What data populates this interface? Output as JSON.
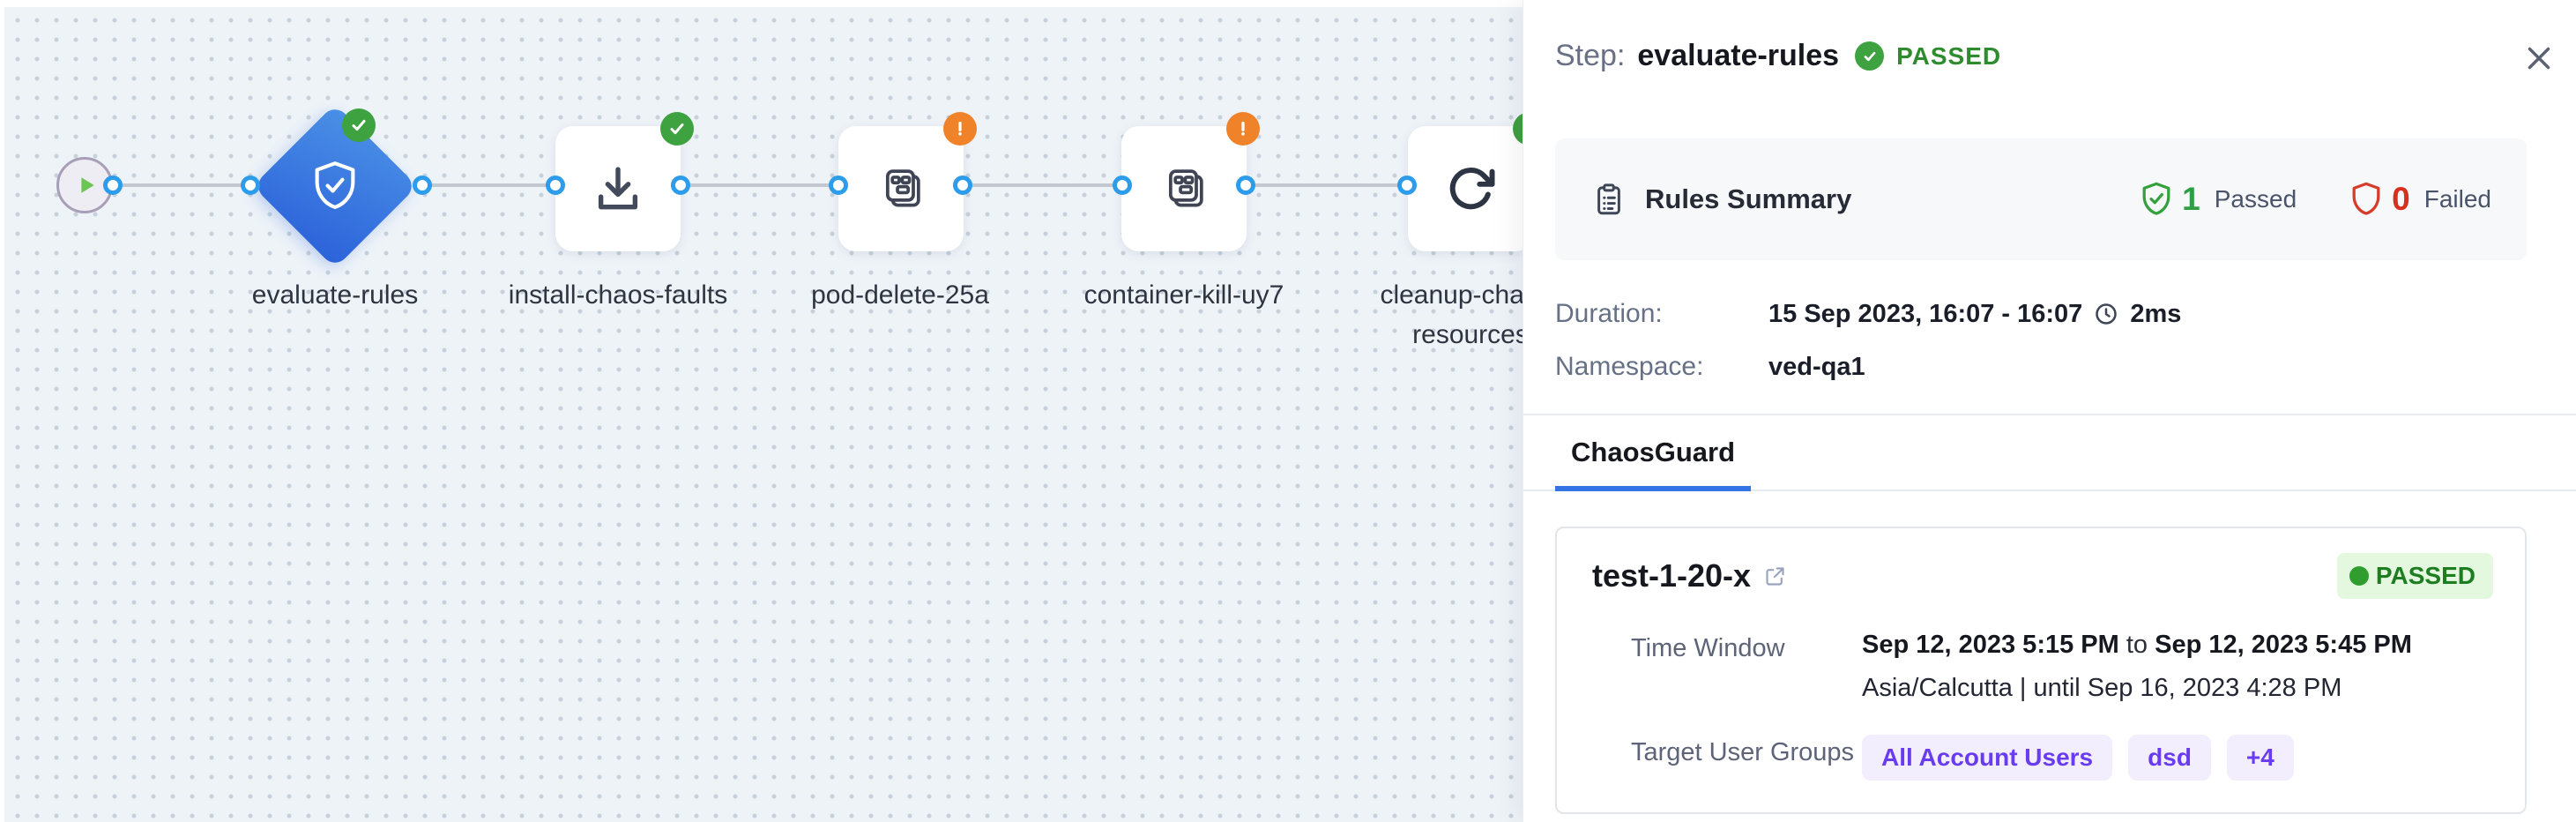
{
  "canvas": {
    "start_node": {
      "icon": "play-icon"
    },
    "nodes": [
      {
        "label": "evaluate-rules",
        "shape": "diamond",
        "icon": "shield-check-icon",
        "status": "passed"
      },
      {
        "label": "install-chaos-faults",
        "shape": "square",
        "icon": "download-icon",
        "status": "passed"
      },
      {
        "label": "pod-delete-25a",
        "shape": "square",
        "icon": "chaos-fault-icon",
        "status": "warning"
      },
      {
        "label": "container-kill-uy7",
        "shape": "square",
        "icon": "chaos-fault-icon",
        "status": "warning"
      },
      {
        "label": "cleanup-chaos-resources",
        "shape": "square",
        "icon": "retry-icon",
        "status": "passed"
      }
    ]
  },
  "panel": {
    "header": {
      "step_label": "Step:",
      "step_name": "evaluate-rules",
      "status_icon": "check-circle-icon",
      "status_label": "PASSED",
      "close_icon": "close-icon"
    },
    "rules_summary": {
      "icon": "clipboard-icon",
      "title": "Rules Summary",
      "passed_count": "1",
      "passed_label": "Passed",
      "failed_count": "0",
      "failed_label": "Failed"
    },
    "details": {
      "duration_label": "Duration:",
      "duration_value": "15 Sep 2023, 16:07 - 16:07",
      "elapsed_icon": "clock-icon",
      "elapsed": "2ms",
      "namespace_label": "Namespace:",
      "namespace_value": "ved-qa1"
    },
    "tabs": [
      {
        "label": "ChaosGuard",
        "active": true
      }
    ],
    "guard_card": {
      "title": "test-1-20-x",
      "title_icon": "external-link-icon",
      "status_label": "PASSED",
      "rows": {
        "time_window_label": "Time Window",
        "time_start": "Sep 12, 2023 5:15 PM",
        "time_join": "to",
        "time_end": "Sep 12, 2023 5:45 PM",
        "timezone_note": "Asia/Calcutta | until Sep 16, 2023 4:28 PM",
        "target_groups_label": "Target User Groups",
        "groups": [
          "All Account Users",
          "dsd",
          "+4"
        ]
      }
    }
  },
  "colors": {
    "success_green": "#3da23f",
    "passed_text": "#2e8b2e",
    "failed_red": "#d7301f",
    "warning_orange": "#f0832a",
    "accent_blue": "#3473e3",
    "node_blue": "#2c62da",
    "group_purple": "#6a3cf0"
  }
}
